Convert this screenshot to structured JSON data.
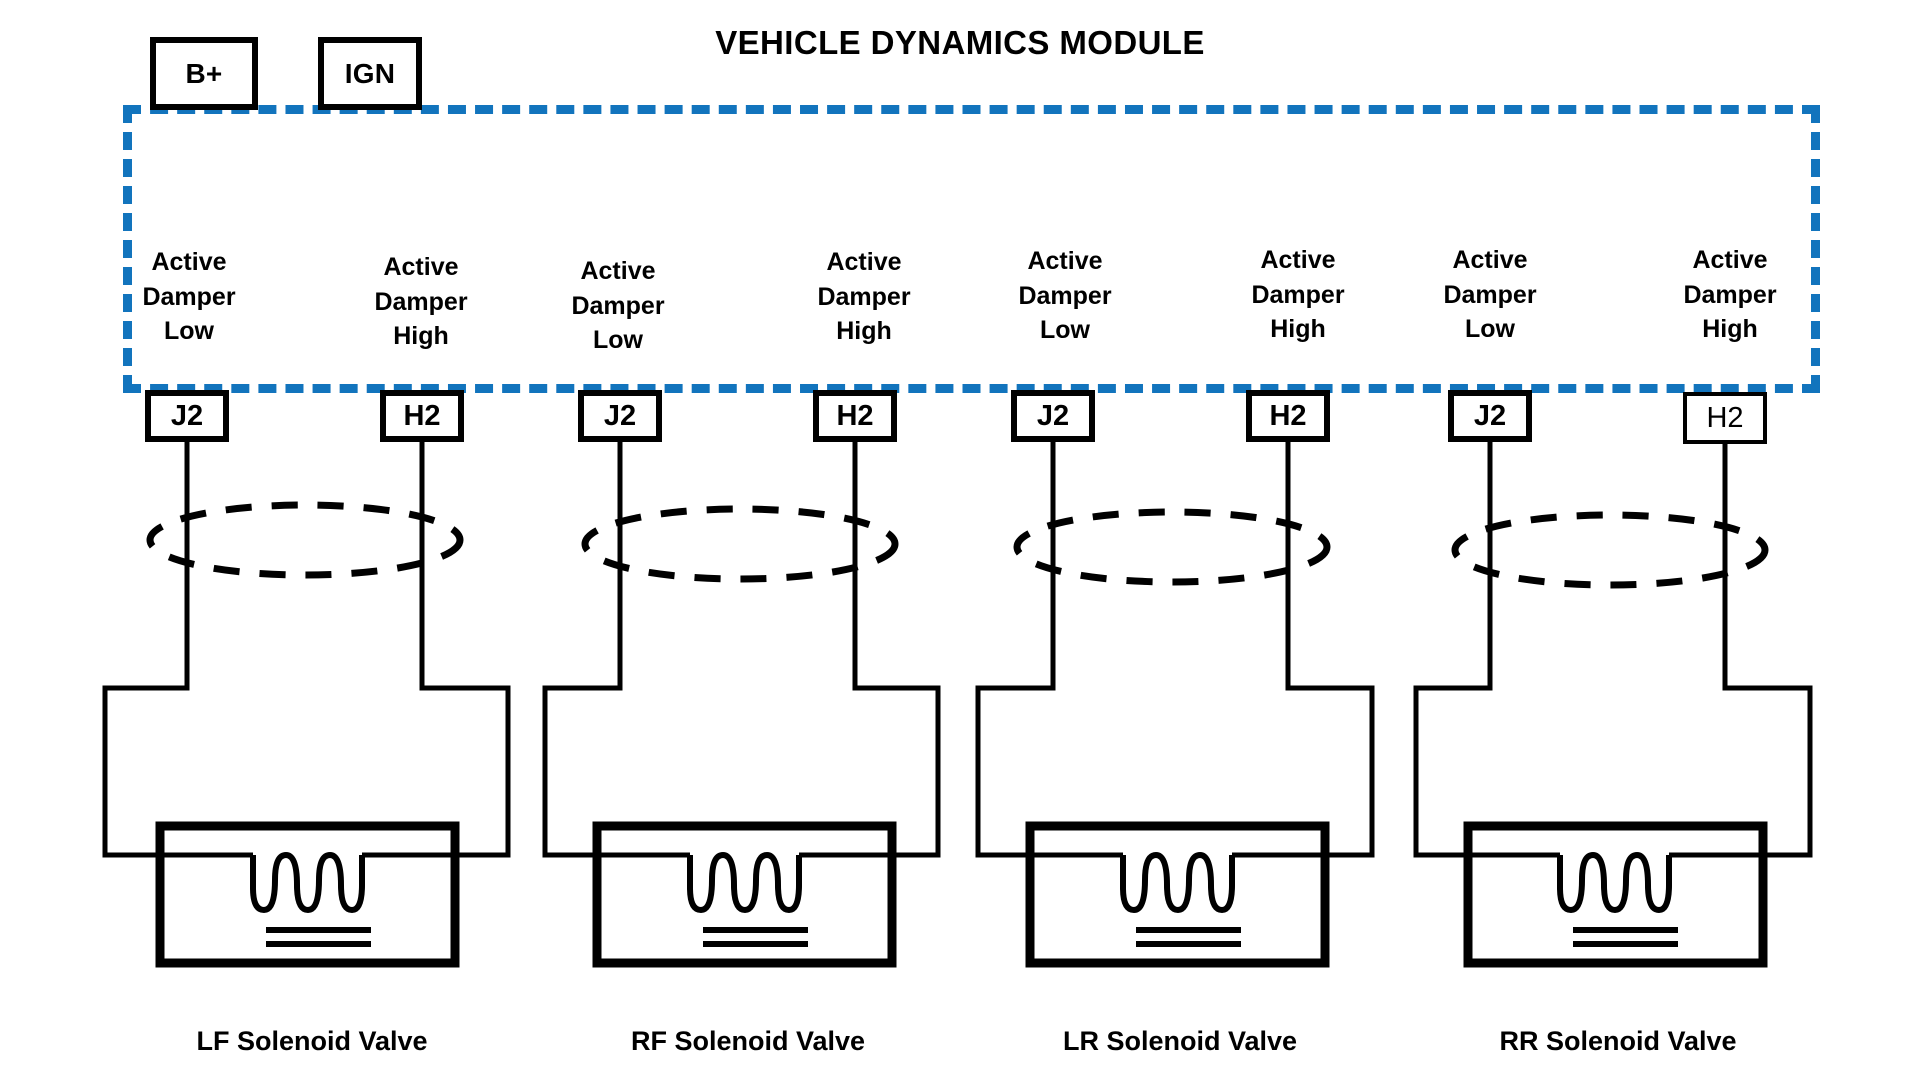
{
  "diagram": {
    "title": "VEHICLE DYNAMICS MODULE",
    "accent_color": "#1274bd",
    "line_color": "#000000",
    "background": "#ffffff"
  },
  "supplies": [
    {
      "id": "bplus",
      "label": "B+"
    },
    {
      "id": "ign",
      "label": "IGN"
    }
  ],
  "signals": [
    {
      "id": "lf-low",
      "line1": "Active",
      "line2": "Damper",
      "line3": "Low"
    },
    {
      "id": "lf-high",
      "line1": "Active",
      "line2": "Damper",
      "line3": "High"
    },
    {
      "id": "rf-low",
      "line1": "Active",
      "line2": "Damper",
      "line3": "Low"
    },
    {
      "id": "rf-high",
      "line1": "Active",
      "line2": "Damper",
      "line3": "High"
    },
    {
      "id": "lr-low",
      "line1": "Active",
      "line2": "Damper",
      "line3": "Low"
    },
    {
      "id": "lr-high",
      "line1": "Active",
      "line2": "Damper",
      "line3": "High"
    },
    {
      "id": "rr-low",
      "line1": "Active",
      "line2": "Damper",
      "line3": "Low"
    },
    {
      "id": "rr-high",
      "line1": "Active",
      "line2": "Damper",
      "line3": "High"
    }
  ],
  "pins": [
    {
      "id": "lf-j2",
      "label": "J2"
    },
    {
      "id": "lf-h2",
      "label": "H2"
    },
    {
      "id": "rf-j2",
      "label": "J2"
    },
    {
      "id": "rf-h2",
      "label": "H2"
    },
    {
      "id": "lr-j2",
      "label": "J2"
    },
    {
      "id": "lr-h2",
      "label": "H2"
    },
    {
      "id": "rr-j2",
      "label": "J2"
    },
    {
      "id": "rr-h2",
      "label": "H2"
    }
  ],
  "valves": [
    {
      "id": "lf",
      "caption": "LF Solenoid Valve"
    },
    {
      "id": "rf",
      "caption": "RF Solenoid Valve"
    },
    {
      "id": "lr",
      "caption": "LR Solenoid Valve"
    },
    {
      "id": "rr",
      "caption": "RR Solenoid Valve"
    }
  ]
}
